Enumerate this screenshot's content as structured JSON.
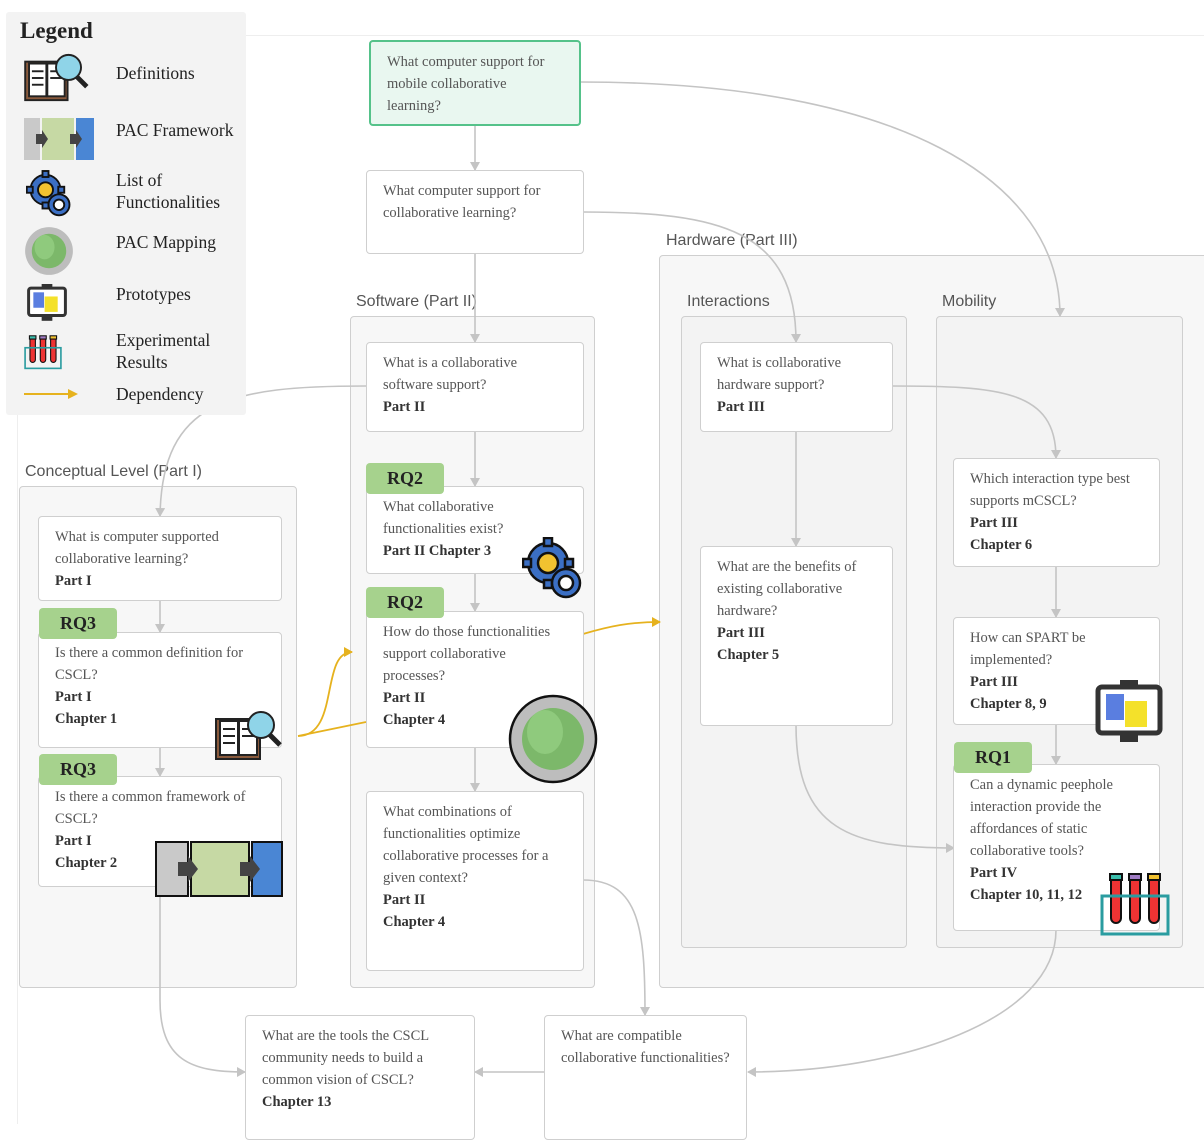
{
  "legend": {
    "title": "Legend",
    "items": [
      {
        "icon": "book-magnifier-icon",
        "label": "Definitions"
      },
      {
        "icon": "pac-framework-icon",
        "label": "PAC Framework"
      },
      {
        "icon": "gears-icon",
        "label": "List of Functionalities"
      },
      {
        "icon": "green-circle-icon",
        "label": "PAC Mapping"
      },
      {
        "icon": "tablet-device-icon",
        "label": "Prototypes"
      },
      {
        "icon": "test-tubes-icon",
        "label": "Experimental Results"
      },
      {
        "icon": "arrow-icon",
        "label": "Dependency"
      }
    ]
  },
  "groups": {
    "software": "Software (Part II)",
    "hardware": "Hardware (Part III)",
    "interactions": "Interactions",
    "mobility": "Mobility",
    "conceptual": "Conceptual Level (Part I)"
  },
  "nodes": {
    "mobile_root": {
      "question": "What computer support for mobile collaborative learning?"
    },
    "collab_support": {
      "question": "What computer support for collaborative learning?"
    },
    "sw_support": {
      "question": "What is a collaborative software support?",
      "part": "Part II"
    },
    "sw_functionalities": {
      "rq": "RQ2",
      "question": "What collaborative functionalities exist?",
      "part": "Part II Chapter 3"
    },
    "sw_processes": {
      "rq": "RQ2",
      "question": "How do those functionalities support collaborative processes?",
      "part": "Part II",
      "chapter": "Chapter 4"
    },
    "sw_combinations": {
      "question": "What combinations of functionalities optimize collaborative processes for a given context?",
      "part": "Part II",
      "chapter": "Chapter 4"
    },
    "hw_support": {
      "question": "What is collaborative hardware support?",
      "part": "Part III"
    },
    "hw_benefits": {
      "question": "What are the benefits of existing collaborative hardware?",
      "part": "Part III",
      "chapter": "Chapter 5"
    },
    "mob_interaction": {
      "question": "Which interaction type best supports mCSCL?",
      "part": "Part III",
      "chapter": "Chapter 6"
    },
    "mob_spart": {
      "question": "How can SPART be implemented?",
      "part": "Part III",
      "chapter": "Chapter 8, 9"
    },
    "mob_peephole": {
      "rq": "RQ1",
      "question": "Can a dynamic peephole interaction provide the affordances of static collaborative tools?",
      "part": "Part IV",
      "chapter": "Chapter 10, 11, 12"
    },
    "cl_cscl": {
      "question": "What is computer supported collaborative learning?",
      "part": "Part I"
    },
    "cl_definition": {
      "rq": "RQ3",
      "question": "Is there a common definition for CSCL?",
      "part": "Part I",
      "chapter": "Chapter 1"
    },
    "cl_framework": {
      "rq": "RQ3",
      "question": "Is there a common framework of CSCL?",
      "part": "Part I",
      "chapter": "Chapter 2"
    },
    "tools": {
      "question": "What are the tools the CSCL community needs to build a common vision of CSCL?",
      "chapter": "Chapter 13"
    },
    "compatible": {
      "question": "What are compatible collaborative functionalities?"
    }
  },
  "colors": {
    "dependency": "#e6b21e",
    "edge": "#c4c4c4",
    "rq_badge": "#a6d28d",
    "root_border": "#55c28a"
  }
}
